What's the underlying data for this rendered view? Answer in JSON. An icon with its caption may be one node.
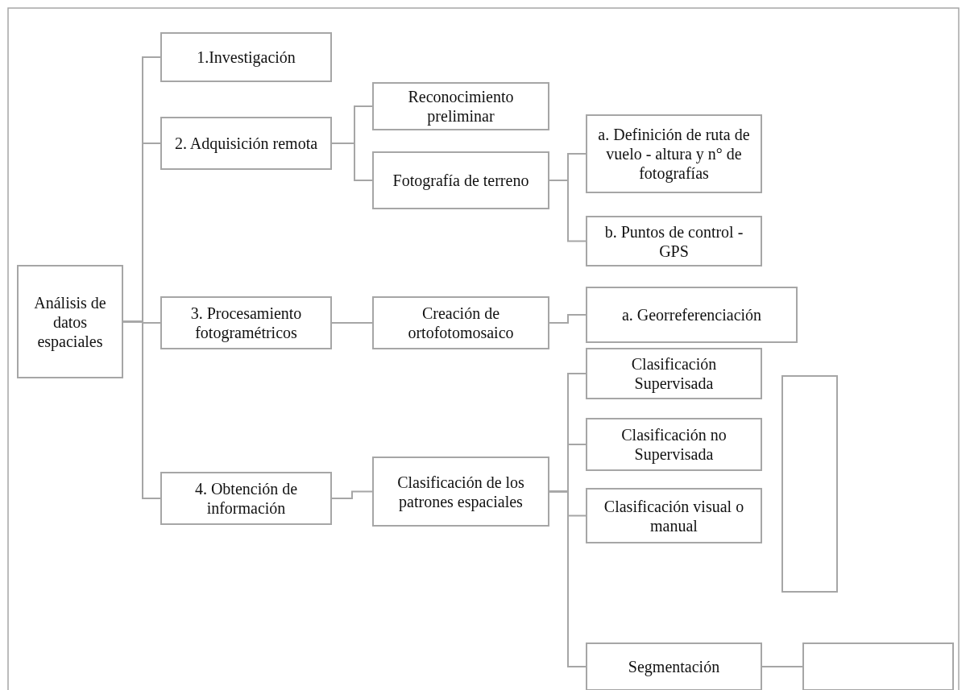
{
  "diagram": {
    "nodes": [
      {
        "text": [
          "Análisis de datos espaciales"
        ]
      },
      {
        "text": [
          "1.Investigación"
        ]
      },
      {
        "text": [
          "2. Adquisición remota"
        ]
      },
      {
        "text": [
          "Reconocimiento preliminar"
        ]
      },
      {
        "text": [
          "Fotografía de terreno"
        ]
      },
      {
        "text": [
          "a. Definición de ruta de vuelo - altura y n° de fotografías"
        ]
      },
      {
        "text": [
          "b. Puntos de control - GPS"
        ]
      },
      {
        "text": [
          "3. Procesamiento fotogramétricos"
        ]
      },
      {
        "text": [
          "Creación de ortofotomosaico"
        ]
      },
      {
        "text": [
          "a. Georreferenciación"
        ]
      },
      {
        "text": [
          "4. Obtención de información"
        ]
      },
      {
        "text": [
          "Clasificación de los patrones espaciales"
        ]
      },
      {
        "text": [
          "Clasificación Supervisada"
        ]
      },
      {
        "text": [
          "Clasificación no Supervisada"
        ]
      },
      {
        "text": [
          "Clasificación visual o manual"
        ]
      },
      {
        "text": [
          "Segmentación"
        ]
      },
      {
        "text": [],
        "shape": "box"
      },
      {
        "text": [],
        "shape": "box"
      }
    ],
    "edges": [
      {
        "from": 0,
        "to": 1,
        "arrow": "none"
      },
      {
        "from": 0,
        "to": 2,
        "arrow": "none"
      },
      {
        "from": 0,
        "to": 7,
        "arrow": "none"
      },
      {
        "from": 0,
        "to": 10,
        "arrow": "none"
      },
      {
        "from": 2,
        "to": 3,
        "arrow": "none"
      },
      {
        "from": 2,
        "to": 4,
        "arrow": "none"
      },
      {
        "from": 4,
        "to": 5,
        "arrow": "none"
      },
      {
        "from": 4,
        "to": 6,
        "arrow": "none"
      },
      {
        "from": 7,
        "to": 8,
        "arrow": "none"
      },
      {
        "from": 8,
        "to": 9,
        "arrow": "none"
      },
      {
        "from": 10,
        "to": 11,
        "arrow": "none"
      },
      {
        "from": 11,
        "to": 12,
        "arrow": "none"
      },
      {
        "from": 11,
        "to": 13,
        "arrow": "none"
      },
      {
        "from": 11,
        "to": 14,
        "arrow": "none"
      },
      {
        "from": 11,
        "to": 15,
        "arrow": "none"
      },
      {
        "from": 15,
        "to": 16,
        "arrow": "none"
      }
    ]
  }
}
